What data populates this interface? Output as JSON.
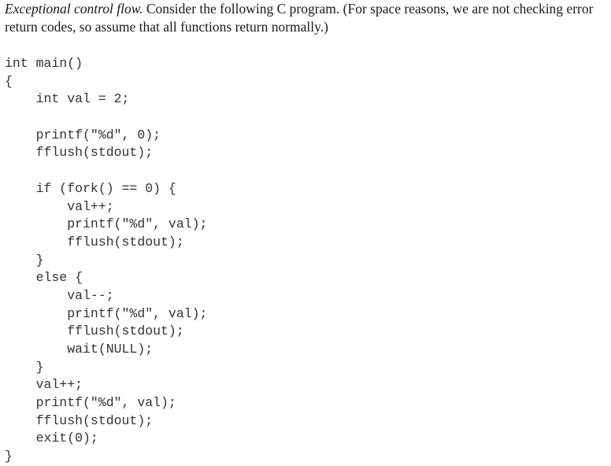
{
  "intro": {
    "title": "Exceptional control flow.",
    "line1_rest": " Consider the following C program. (For space reasons, we are not checking error",
    "line2": "return codes, so assume that all functions return normally.)"
  },
  "code": {
    "lines": [
      "int main()",
      "{",
      "    int val = 2;",
      "",
      "    printf(\"%d\", 0);",
      "    fflush(stdout);",
      "",
      "    if (fork() == 0) {",
      "        val++;",
      "        printf(\"%d\", val);",
      "        fflush(stdout);",
      "    }",
      "    else {",
      "        val--;",
      "        printf(\"%d\", val);",
      "        fflush(stdout);",
      "        wait(NULL);",
      "    }",
      "    val++;",
      "    printf(\"%d\", val);",
      "    fflush(stdout);",
      "    exit(0);",
      "}"
    ]
  }
}
